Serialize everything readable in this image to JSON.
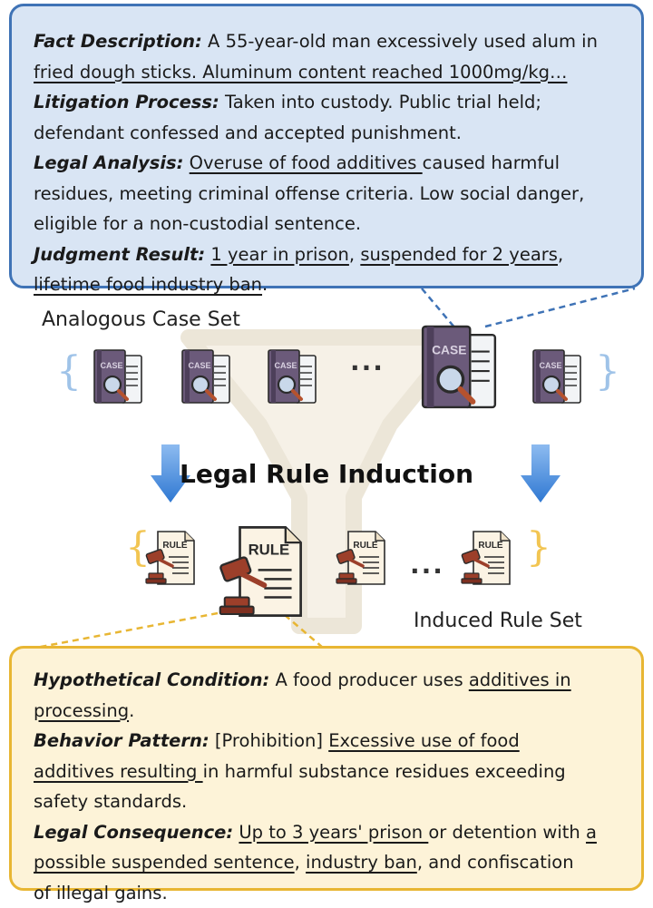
{
  "case_box": {
    "lines": [
      [
        {
          "t": "Fact Description:",
          "s": "lbl"
        },
        {
          "t": "  A 55-year-old man excessively used alum in"
        }
      ],
      [
        {
          "t": "fried dough sticks. Aluminum content reached 1000mg/kg…",
          "s": "u"
        }
      ],
      [
        {
          "t": "Litigation Process:",
          "s": "lbl"
        },
        {
          "t": " Taken into custody. Public trial held;"
        }
      ],
      [
        {
          "t": "defendant confessed and accepted punishment."
        }
      ],
      [
        {
          "t": "Legal Analysis:",
          "s": "lbl"
        },
        {
          "t": " "
        },
        {
          "t": "Overuse of food additives ",
          "s": "u"
        },
        {
          "t": "caused harmful"
        }
      ],
      [
        {
          "t": "residues, meeting criminal offense criteria. Low social danger,"
        }
      ],
      [
        {
          "t": "eligible for a non-custodial sentence."
        }
      ],
      [
        {
          "t": "Judgment Result:",
          "s": "lbl"
        },
        {
          "t": " "
        },
        {
          "t": "1 year in prison",
          "s": "u"
        },
        {
          "t": ", "
        },
        {
          "t": "suspended for 2 years",
          "s": "u"
        },
        {
          "t": ","
        }
      ],
      [
        {
          "t": "lifetime food industry ban",
          "s": "u"
        },
        {
          "t": "."
        }
      ]
    ]
  },
  "analogous_case_set_label": "Analogous Case Set",
  "case_icon_text": "CASE",
  "ellipsis": "...",
  "center_title": "Legal Rule Induction",
  "rule_icon_text": "RULE",
  "induced_rule_set_label": "Induced Rule Set",
  "rule_box": {
    "lines": [
      [
        {
          "t": "Hypothetical Condition:",
          "s": "lbl"
        },
        {
          "t": " A food producer uses "
        },
        {
          "t": "additives in",
          "s": "u"
        }
      ],
      [
        {
          "t": "processing",
          "s": "u"
        },
        {
          "t": "."
        }
      ],
      [
        {
          "t": "Behavior Pattern:",
          "s": "lbl"
        },
        {
          "t": " [Prohibition] "
        },
        {
          "t": "Excessive use of food",
          "s": "u"
        }
      ],
      [
        {
          "t": "additives resulting ",
          "s": "u"
        },
        {
          "t": "in harmful substance residues exceeding"
        }
      ],
      [
        {
          "t": "safety standards."
        }
      ],
      [
        {
          "t": "Legal Consequence:",
          "s": "lbl"
        },
        {
          "t": " "
        },
        {
          "t": "Up to 3 years' prison ",
          "s": "u"
        },
        {
          "t": "or detention with "
        },
        {
          "t": "a",
          "s": "u"
        }
      ],
      [
        {
          "t": "possible suspended sentence",
          "s": "u"
        },
        {
          "t": ", "
        },
        {
          "t": "industry ban",
          "s": "u"
        },
        {
          "t": ", and confiscation"
        }
      ],
      [
        {
          "t": "of illegal gains."
        }
      ]
    ]
  },
  "colors": {
    "case_box_fill": "#d9e5f4",
    "case_box_border": "#3f73b6",
    "rule_box_fill": "#fdf3d8",
    "rule_box_border": "#e8b633",
    "arrow_blue": "#3b82d6",
    "funnel": "#f4f0e8",
    "brace_blue": "#9fc3e8",
    "brace_yellow": "#f2c552"
  },
  "icons": [
    "case-file-icon",
    "magnifier-icon",
    "gavel-icon",
    "rule-document-icon",
    "arrow-down-icon",
    "funnel-icon"
  ]
}
